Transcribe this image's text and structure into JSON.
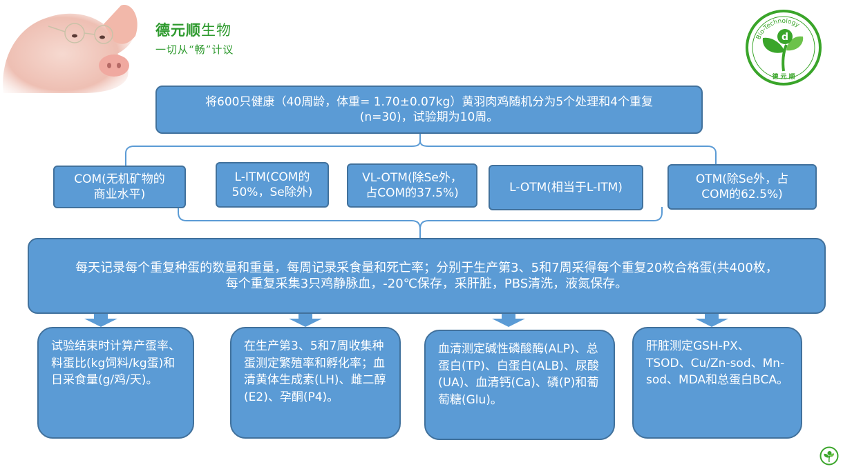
{
  "brand": {
    "name_bold": "德元顺",
    "name_rest": "生物",
    "slogan": "一切从“畅”计议"
  },
  "logo": {
    "arc_text": "Bio-Technology",
    "letter": "d",
    "bottom_text": "德   元   顺"
  },
  "top_box": {
    "line1": "将600只健康（40周龄，体重= 1.70±0.07kg）黄羽肉鸡随机分为5个处理和4个重复",
    "line2": "(n=30)，试验期为10周。"
  },
  "treatments": [
    {
      "line1": "COM(无机矿物的",
      "line2": "商业水平)"
    },
    {
      "line1": "L-ITM(COM的",
      "line2": "50%，Se除外)"
    },
    {
      "line1": "VL-OTM(除Se外，",
      "line2": "占COM的37.5%)"
    },
    {
      "line1": "L-OTM(相当于L-ITM)",
      "line2": ""
    },
    {
      "line1": "OTM(除Se外，占",
      "line2": "COM的62.5%)"
    }
  ],
  "procedure": {
    "line1": "每天记录每个重复种蛋的数量和重量，每周记录采食量和死亡率；分别于生产第3、5和7周采得每个重复20枚合格蛋(共400枚，",
    "line2": "每个重复采集3只鸡静脉血，-20℃保存，采肝脏，PBS清洗，液氮保存。"
  },
  "measurements": [
    {
      "text": "试验结束时计算产蛋率、料蛋比(kg饲料/kg蛋)和日采食量(g/鸡/天)。"
    },
    {
      "text": "在生产第3、5和7周收集种蛋测定繁殖率和孵化率；血清黄体生成素(LH)、雌二醇(E2)、孕酮(P4)。"
    },
    {
      "text": "血清测定碱性磷酸酶(ALP)、总蛋白(TP)、白蛋白(ALB)、尿酸(UA)、血清钙(Ca)、磷(P)和葡萄糖(Glu)。"
    },
    {
      "text": "肝脏测定GSH-PX、TSOD、Cu/Zn-sod、Mn-sod、MDA和总蛋白BCA。"
    }
  ],
  "colors": {
    "box_fill": "#5b9bd5",
    "box_border": "#41719c",
    "brand_green": "#2e9a2e",
    "logo_green": "#3aa52a"
  }
}
